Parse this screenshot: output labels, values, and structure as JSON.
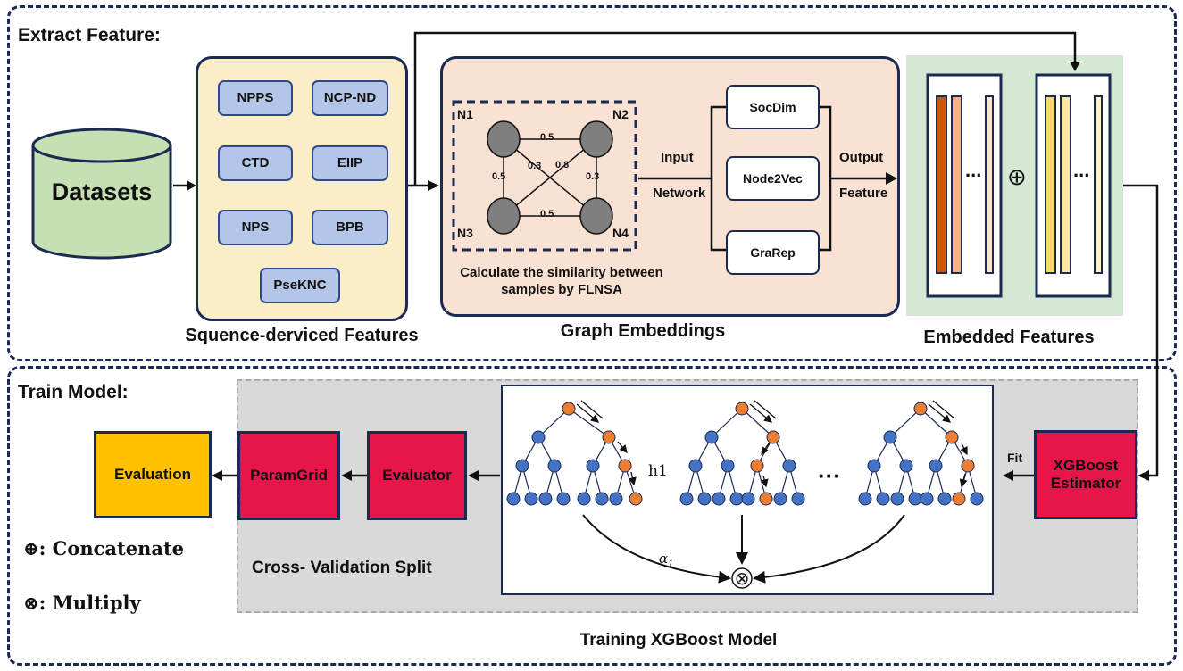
{
  "extract": {
    "title": "Extract Feature:",
    "datasets_label": "Datasets",
    "seq_features": [
      "NPPS",
      "NCP-ND",
      "CTD",
      "EIIP",
      "NPS",
      "BPB",
      "PseKNC"
    ],
    "seq_caption": "Squence-derviced Features",
    "graph": {
      "nodes": [
        "N1",
        "N2",
        "N3",
        "N4"
      ],
      "edge_weights": [
        "0.5",
        "0.5",
        "0.3",
        "0.8",
        "0.3",
        "0.5"
      ],
      "similarity_text": "Calculate the similarity between samples by FLNSA",
      "input_label": "Input",
      "network_label": "Network",
      "output_label": "Output",
      "feature_label": "Feature",
      "methods": [
        "SocDim",
        "Node2Vec",
        "GraRep"
      ],
      "caption": "Graph Embeddings"
    },
    "embedded": {
      "caption": "Embedded Features",
      "ellipsis": "...",
      "concat_symbol": "⊕"
    }
  },
  "train": {
    "title": "Train Model:",
    "evaluation": "Evaluation",
    "paramgrid": "ParamGrid",
    "evaluator": "Evaluator",
    "cv_caption": "Cross- Validation Split",
    "xgb_estimator": "XGBoost Estimator",
    "fit_label": "Fit",
    "h1_label": "h1",
    "alpha_label": "α",
    "alpha_sub": "1",
    "tree_ellipsis": "···",
    "multiply_symbol": "⊗",
    "caption": "Training XGBoost Model"
  },
  "legend": {
    "concat": "⊕: Concatenate",
    "multiply": "⊗: Multiply"
  },
  "colors": {
    "border": "#1a2a52",
    "seq_bg": "#fbedc8",
    "graph_bg": "#f9e1d3",
    "embedded_bg": "#d5e8d4",
    "feature_box": "#b4c6e7",
    "red_box": "#e8154a",
    "evaluation_box": "#ffc000",
    "cv_bg": "#d9d9d9",
    "tree_blue": "#4472c4",
    "tree_orange": "#ed7d31",
    "dataset_green": "#c6e0b4"
  }
}
